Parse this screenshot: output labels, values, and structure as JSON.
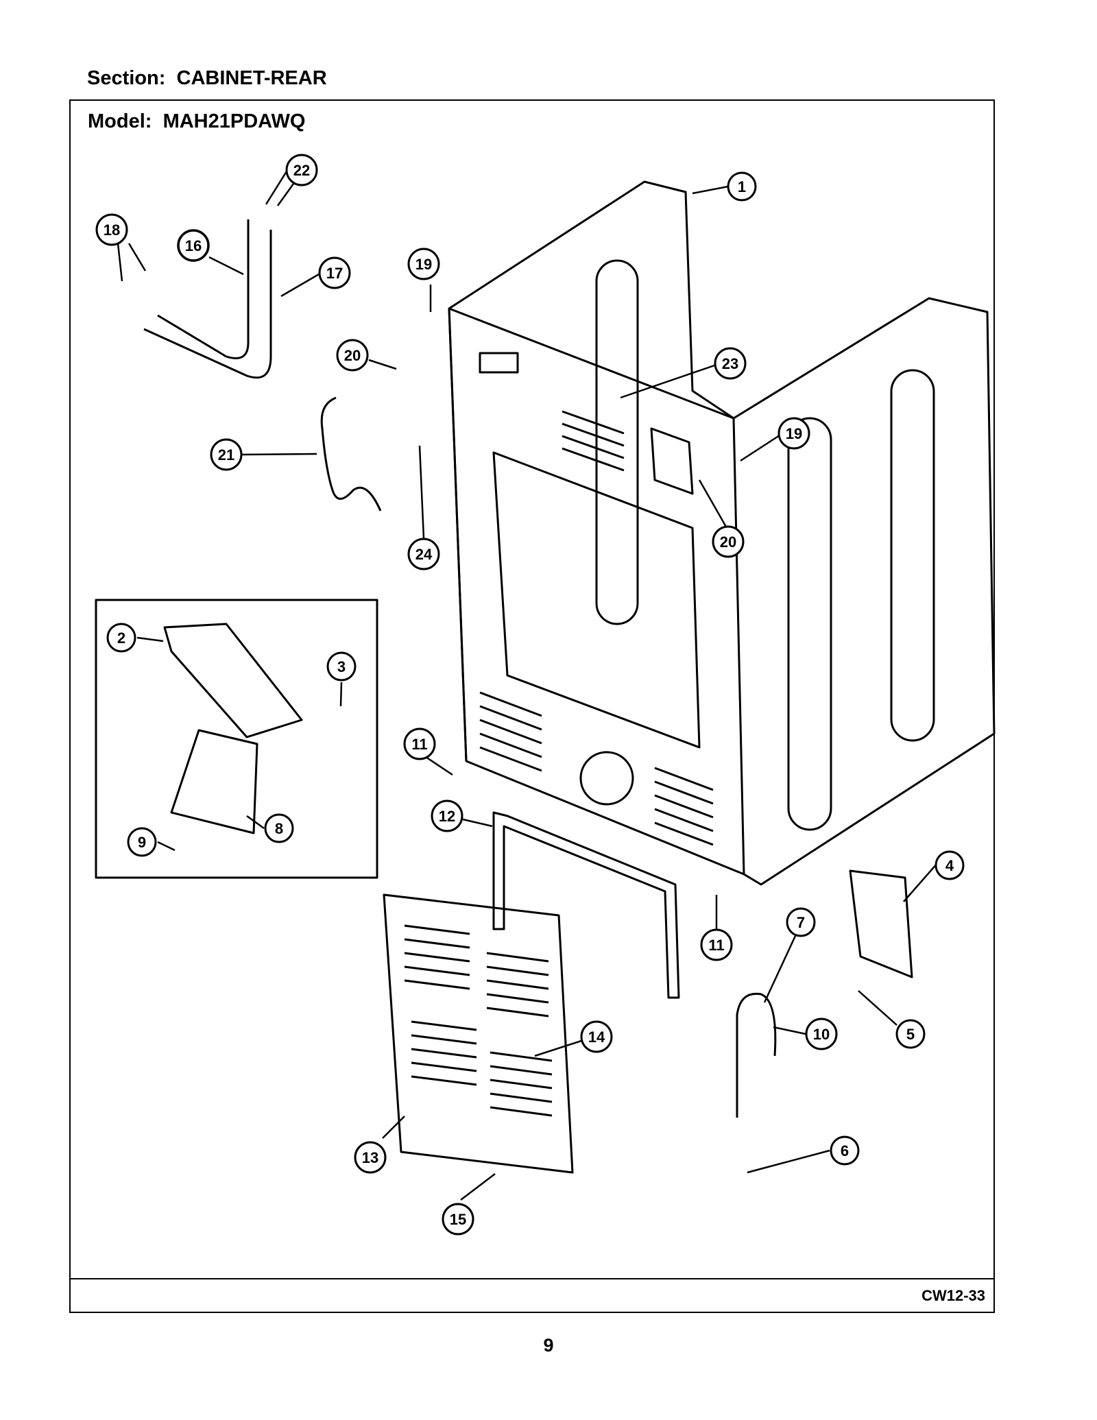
{
  "section": {
    "label": "Section:",
    "value": "CABINET-REAR"
  },
  "model": {
    "label": "Model:",
    "value": "MAH21PDAWQ"
  },
  "footer_code": "CW12-33",
  "page_number": "9",
  "callouts": [
    "1",
    "2",
    "3",
    "4",
    "5",
    "6",
    "7",
    "8",
    "9",
    "10",
    "11",
    "11",
    "12",
    "13",
    "14",
    "15",
    "16",
    "17",
    "18",
    "19",
    "19",
    "20",
    "20",
    "21",
    "22",
    "23",
    "24"
  ]
}
